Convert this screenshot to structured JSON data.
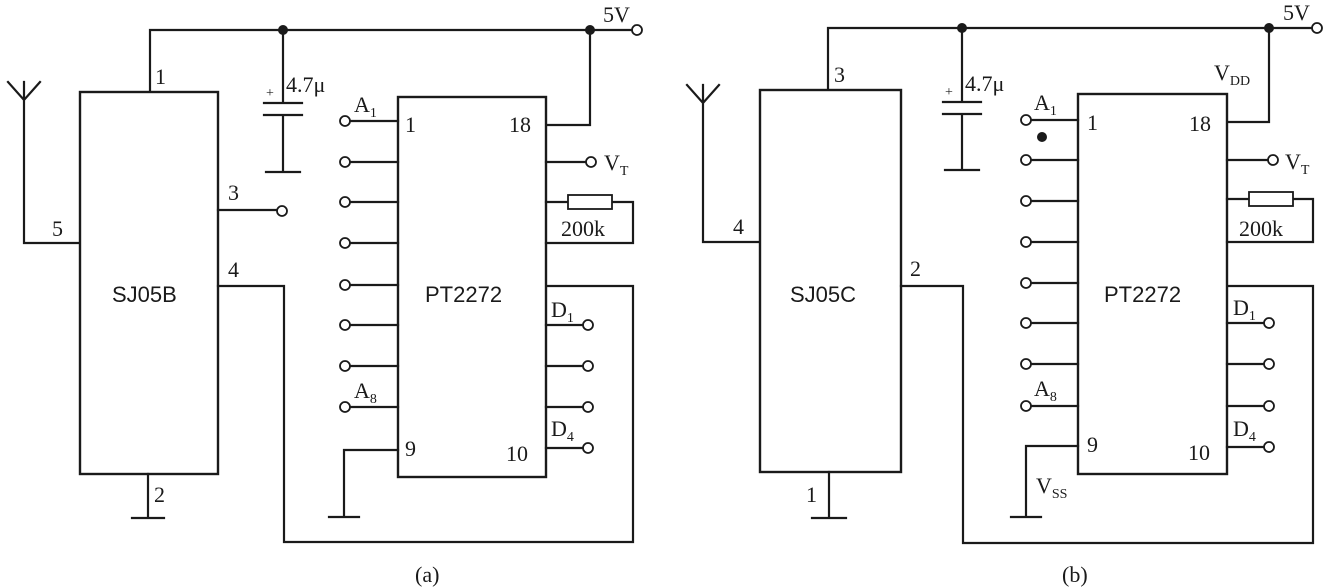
{
  "supply_label": "5V",
  "capacitor_label": "4.7μ",
  "resistor_label": "200k",
  "decoder_chip": "PT2272",
  "pins": {
    "p1": "1",
    "p18": "18",
    "p9": "9",
    "p10": "10"
  },
  "addr_first": {
    "base": "A",
    "sub": "1"
  },
  "addr_last": {
    "base": "A",
    "sub": "8"
  },
  "data_first": {
    "base": "D",
    "sub": "1"
  },
  "data_last": {
    "base": "D",
    "sub": "4"
  },
  "vt": {
    "base": "V",
    "sub": "T"
  },
  "vdd": {
    "base": "V",
    "sub": "DD"
  },
  "vss": {
    "base": "V",
    "sub": "SS"
  },
  "circuit_a": {
    "caption": "(a)",
    "receiver": "SJ05B",
    "pin_power": "1",
    "pin_antenna": "5",
    "pin_nc": "3",
    "pin_out": "4",
    "pin_gnd": "2"
  },
  "circuit_b": {
    "caption": "(b)",
    "receiver": "SJ05C",
    "pin_power": "3",
    "pin_antenna": "4",
    "pin_out": "2",
    "pin_gnd": "1"
  }
}
